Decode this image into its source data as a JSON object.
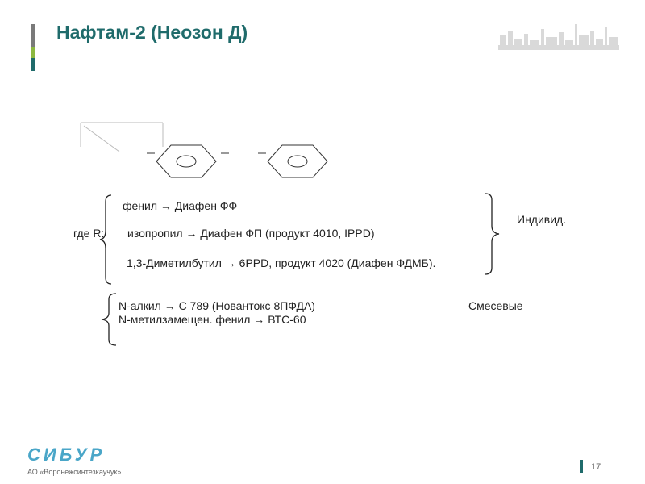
{
  "colors": {
    "accent_gray": "#7a7a7a",
    "accent_green": "#8cb840",
    "accent_teal": "#1f6b6b",
    "logo_blue": "#4aa6c8"
  },
  "slide": {
    "title": "Нафтам-2 (Неозон Д)",
    "page_number": "17"
  },
  "content": {
    "r_label": "где R:",
    "individual": {
      "items": [
        "фенил → Диафен ФФ",
        "изопропил → Диафен ФП (продукт 4010, IPPD)",
        "1,3-Диметилбутил → 6PPD, продукт 4020 (Диафен ФДМБ)."
      ],
      "label": "Индивид."
    },
    "mixed": {
      "items": [
        "N-алкил → С 789  (Новантокс 8ПФДА)",
        "N-метилзамещен. фенил → ВТС-60"
      ],
      "label": "Смесевые"
    }
  },
  "footer": {
    "logo_text": "СИБУР",
    "company": "АО «Воронежсинтезкаучук»"
  },
  "icons": {
    "skyline": "industrial-skyline-icon",
    "logo": "sibur-logo"
  }
}
